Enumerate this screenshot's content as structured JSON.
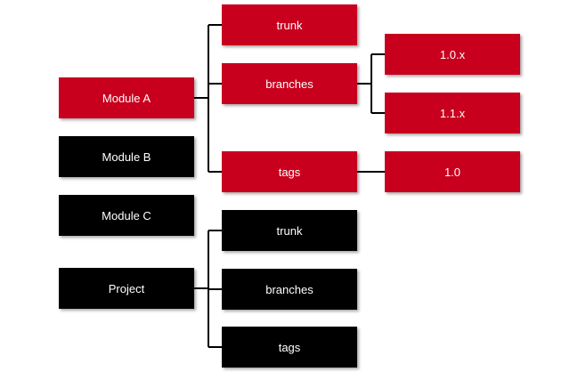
{
  "colors": {
    "module_a_tree": "#c8001e",
    "other_nodes": "#000000",
    "connector": "#000000"
  },
  "modules": {
    "module_a": "Module A",
    "module_b": "Module B",
    "module_c": "Module C",
    "project": "Project"
  },
  "module_a_children": {
    "trunk": "trunk",
    "branches": "branches",
    "tags": "tags"
  },
  "module_a_branches": {
    "first": "1.0.x",
    "second": "1.1.x"
  },
  "module_a_tags": {
    "first": "1.0"
  },
  "project_children": {
    "trunk": "trunk",
    "branches": "branches",
    "tags": "tags"
  }
}
